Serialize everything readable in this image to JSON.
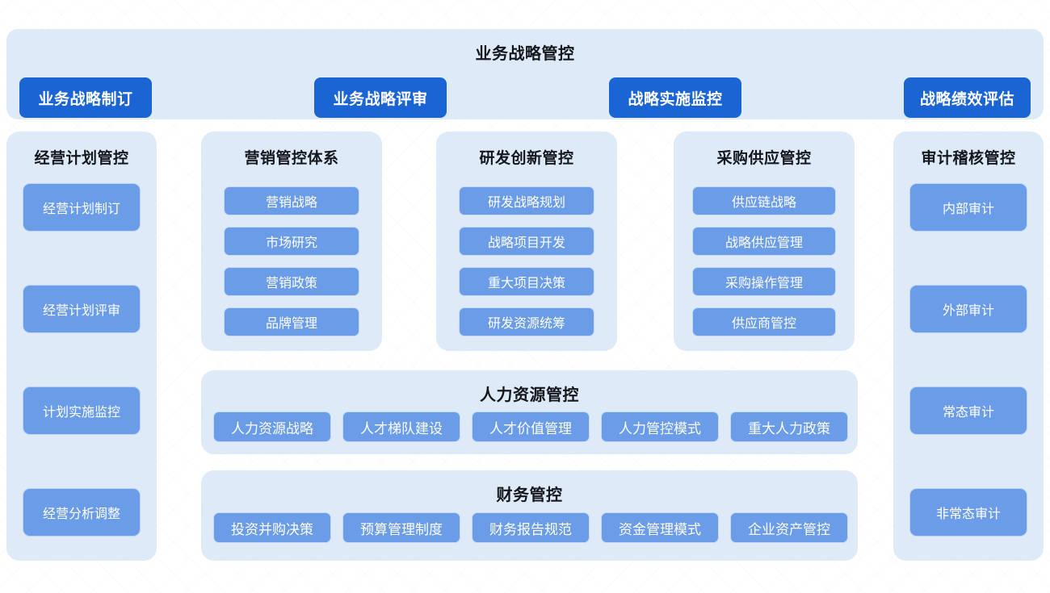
{
  "banner": {
    "title": "业务战略管控",
    "buttons": [
      {
        "label": "业务战略制订"
      },
      {
        "label": "业务战略评审"
      },
      {
        "label": "战略实施监控"
      },
      {
        "label": "战略绩效评估"
      }
    ]
  },
  "columns": {
    "plan": {
      "title": "经营计划管控",
      "items": [
        {
          "label": "经营计划制订"
        },
        {
          "label": "经营计划评审"
        },
        {
          "label": "计划实施监控"
        },
        {
          "label": "经营分析调整"
        }
      ]
    },
    "marketing": {
      "title": "营销管控体系",
      "items": [
        {
          "label": "营销战略"
        },
        {
          "label": "市场研究"
        },
        {
          "label": "营销政策"
        },
        {
          "label": "品牌管理"
        }
      ]
    },
    "rd": {
      "title": "研发创新管控",
      "items": [
        {
          "label": "研发战略规划"
        },
        {
          "label": "战略项目开发"
        },
        {
          "label": "重大项目决策"
        },
        {
          "label": "研发资源统筹"
        }
      ]
    },
    "procurement": {
      "title": "采购供应管控",
      "items": [
        {
          "label": "供应链战略"
        },
        {
          "label": "战略供应管理"
        },
        {
          "label": "采购操作管理"
        },
        {
          "label": "供应商管控"
        }
      ]
    },
    "audit": {
      "title": "审计稽核管控",
      "items": [
        {
          "label": "内部审计"
        },
        {
          "label": "外部审计"
        },
        {
          "label": "常态审计"
        },
        {
          "label": "非常态审计"
        }
      ]
    }
  },
  "rows": {
    "hr": {
      "title": "人力资源管控",
      "items": [
        {
          "label": "人力资源战略"
        },
        {
          "label": "人才梯队建设"
        },
        {
          "label": "人才价值管理"
        },
        {
          "label": "人力管控模式"
        },
        {
          "label": "重大人力政策"
        }
      ]
    },
    "finance": {
      "title": "财务管控",
      "items": [
        {
          "label": "投资并购决策"
        },
        {
          "label": "预算管理制度"
        },
        {
          "label": "财务报告规范"
        },
        {
          "label": "资金管理模式"
        },
        {
          "label": "企业资产管控"
        }
      ]
    }
  },
  "colors": {
    "panel_bg": "#dfeaf8",
    "banner_button": "#1b64d4",
    "chip": "#6b9ce8",
    "title_text": "#14171c",
    "page_bg": "#ffffff"
  }
}
